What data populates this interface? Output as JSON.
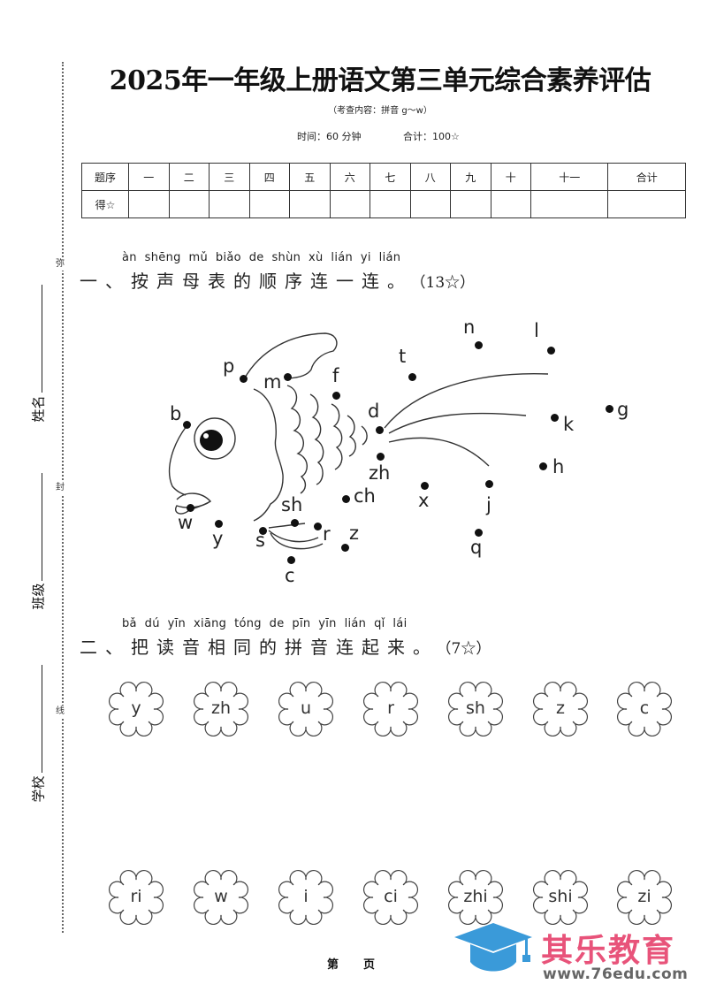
{
  "title": "2025年一年级上册语文第三单元综合素养评估",
  "subtitle": "（考查内容：拼音 g～w）",
  "time_label": "时间：60 分钟",
  "total_label": "合计：100☆",
  "binding": {
    "marks": [
      "弥",
      "封",
      "线"
    ],
    "fields": [
      "姓名",
      "班级",
      "学校"
    ]
  },
  "score_table": {
    "header": [
      "题序",
      "一",
      "二",
      "三",
      "四",
      "五",
      "六",
      "七",
      "八",
      "九",
      "十",
      "十一",
      "合计"
    ],
    "row_label": "得☆",
    "scores": [
      "",
      "",
      "",
      "",
      "",
      "",
      "",
      "",
      "",
      "",
      "",
      ""
    ]
  },
  "section1": {
    "pinyin": "àn  shēng  mǔ  biǎo  de  shùn  xù  lián  yi  lián",
    "heading": "一、按声母表的顺序连一连。",
    "points": "（13☆）",
    "dots": [
      {
        "label": "b"
      },
      {
        "label": "p"
      },
      {
        "label": "m"
      },
      {
        "label": "f"
      },
      {
        "label": "d"
      },
      {
        "label": "t"
      },
      {
        "label": "n"
      },
      {
        "label": "l"
      },
      {
        "label": "g"
      },
      {
        "label": "k"
      },
      {
        "label": "h"
      },
      {
        "label": "j"
      },
      {
        "label": "q"
      },
      {
        "label": "x"
      },
      {
        "label": "zh"
      },
      {
        "label": "ch"
      },
      {
        "label": "sh"
      },
      {
        "label": "r"
      },
      {
        "label": "z"
      },
      {
        "label": "c"
      },
      {
        "label": "s"
      },
      {
        "label": "y"
      },
      {
        "label": "w"
      }
    ]
  },
  "section2": {
    "pinyin": "bǎ  dú  yīn  xiāng  tóng  de  pīn  yīn  lián  qǐ  lái",
    "heading": "二、把读音相同的拼音连起来。",
    "points": "（7☆）",
    "top_row": [
      "y",
      "zh",
      "u",
      "r",
      "sh",
      "z",
      "c"
    ],
    "bottom_row": [
      "ri",
      "w",
      "i",
      "ci",
      "zhi",
      "shi",
      "zi"
    ]
  },
  "footer": {
    "page_prefix": "第",
    "page_suffix": "页"
  },
  "watermark": {
    "name": "其乐教育",
    "url": "www.76edu.com",
    "name_color": "#e8537a",
    "icon_color": "#3a9ad9"
  }
}
